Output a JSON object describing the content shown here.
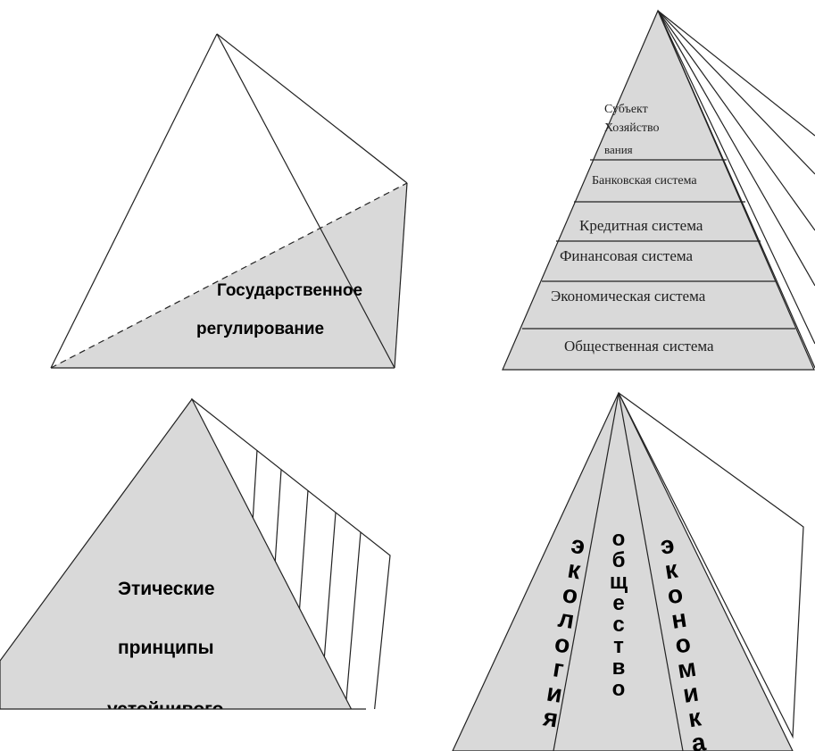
{
  "panel_top_left": {
    "label_line1": "Государственное",
    "label_line2": "регулирование"
  },
  "panel_top_right": {
    "tiers": [
      "Субъект",
      "Хозяйство",
      "вания",
      "Банковская система",
      "Кредитная система",
      "Финансовая система",
      "Экономическая система",
      "Общественная система"
    ]
  },
  "panel_bottom_left": {
    "label_line1": "Этические",
    "label_line2": "принципы",
    "label_line3": "устойчивого"
  },
  "panel_bottom_right": {
    "segment_left": "экология",
    "segment_middle": "общество",
    "segment_right": "экономика"
  },
  "colors": {
    "face_fill": "#d9d9d9",
    "line": "#222222",
    "background": "#ffffff"
  }
}
